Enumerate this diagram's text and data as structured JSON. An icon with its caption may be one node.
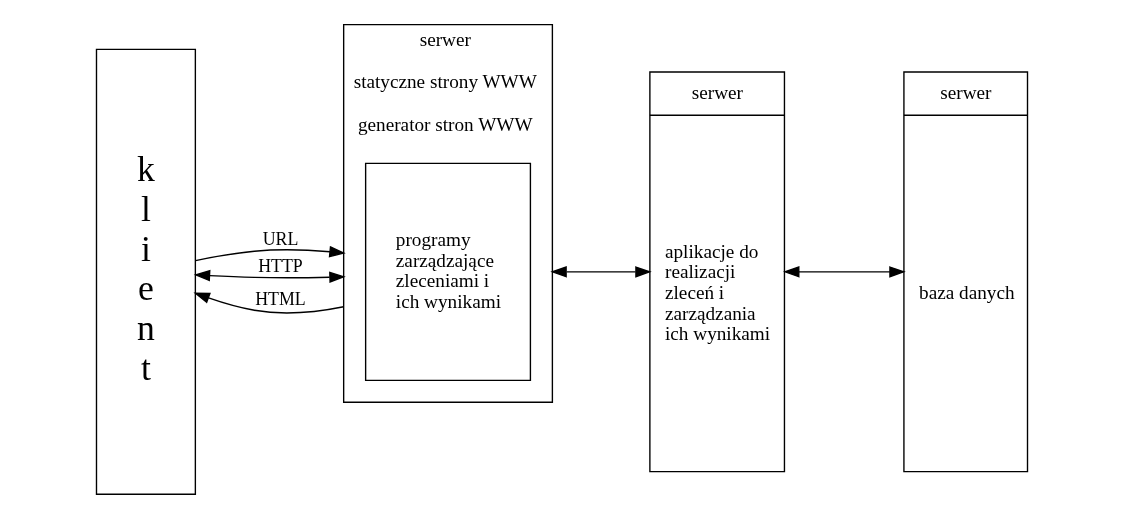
{
  "diagram": {
    "nodes": [
      {
        "text": [
          "klient"
        ]
      },
      {
        "text": [
          "serwer",
          "statyczne strony WWW",
          "generator stron WWW"
        ]
      },
      {
        "text": [
          "programy zarządzające zleceniami i ich wynikami"
        ],
        "in": 1
      },
      {
        "text": [
          "serwer",
          "aplikacje do realizacji zleceń i zarządzania ich wynikami"
        ]
      },
      {
        "text": [
          "serwer",
          "baza danych"
        ]
      }
    ],
    "edges": [
      {
        "from": 0,
        "to": 1,
        "arrow": "to",
        "label": "URL"
      },
      {
        "from": 0,
        "to": 1,
        "arrow": "both",
        "label": "HTTP"
      },
      {
        "from": 1,
        "to": 0,
        "arrow": "to",
        "label": "HTML"
      },
      {
        "from": 1,
        "to": 3,
        "arrow": "both"
      },
      {
        "from": 3,
        "to": 4,
        "arrow": "both"
      }
    ]
  }
}
